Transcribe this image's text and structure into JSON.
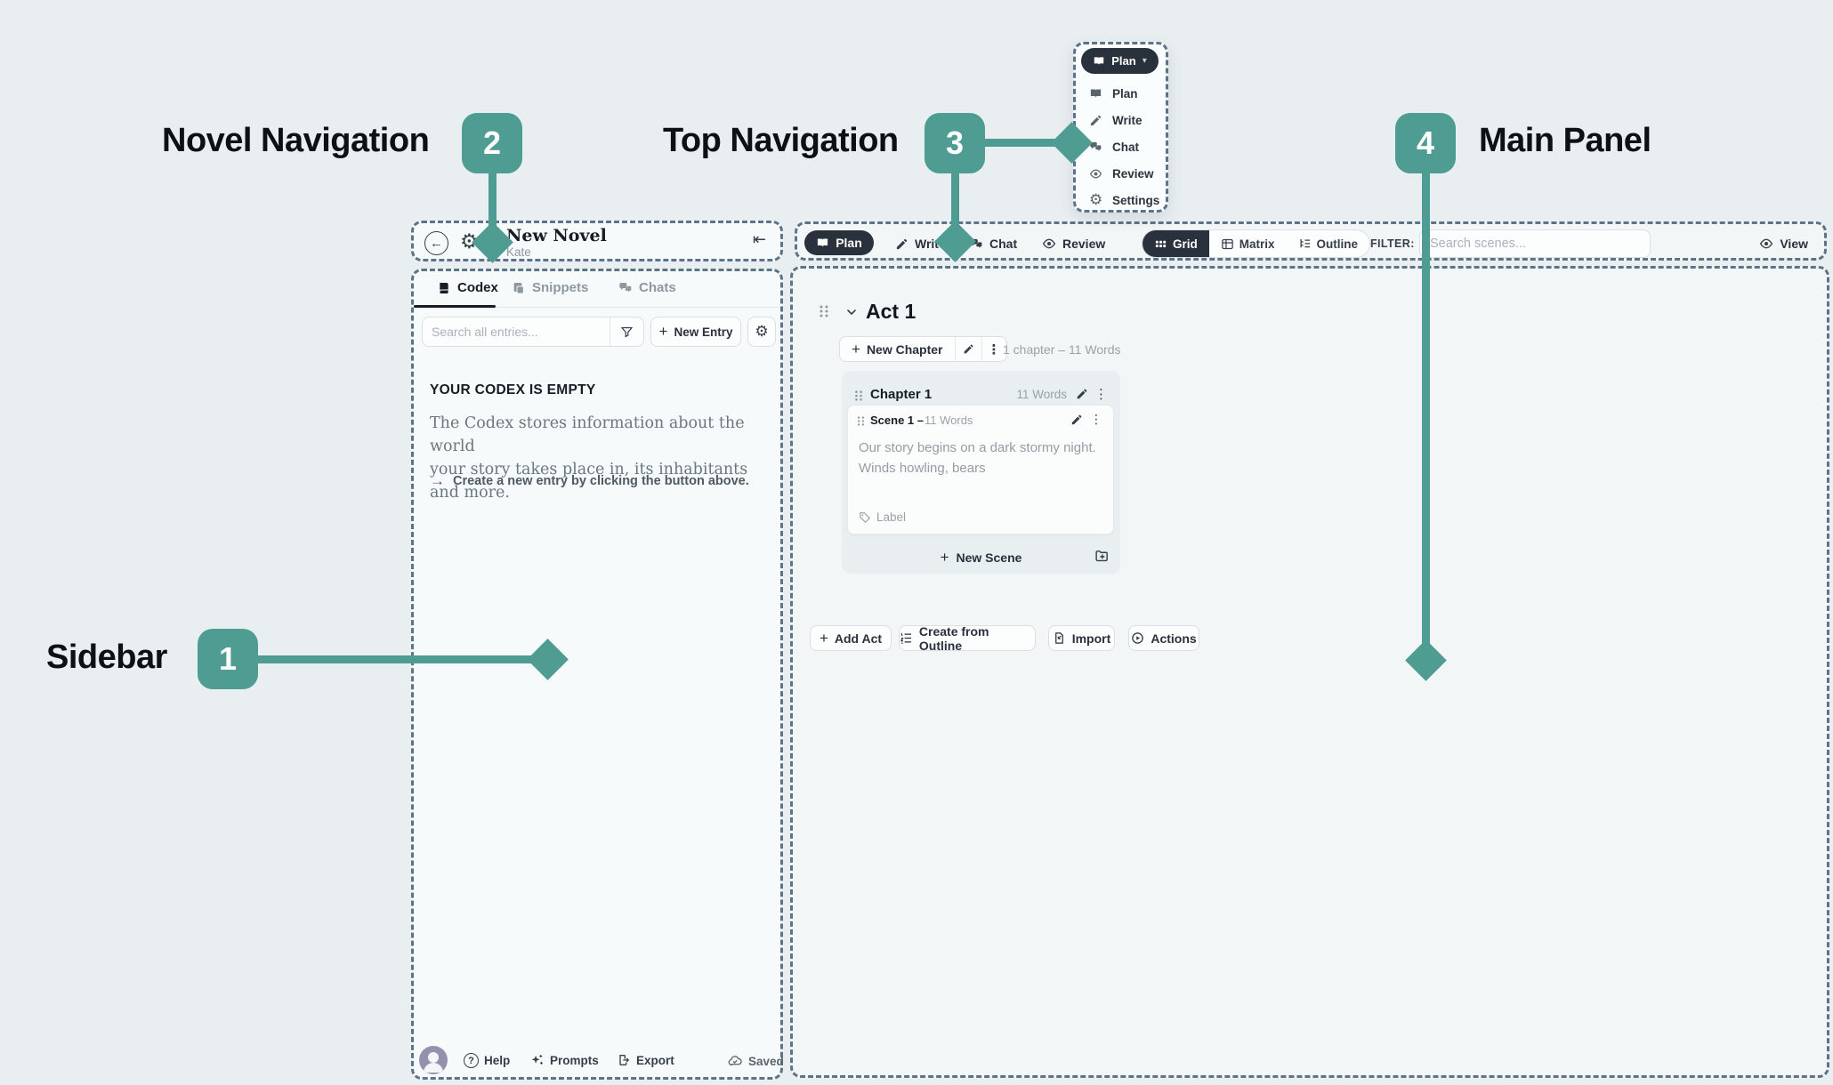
{
  "colors": {
    "accent": "#4f9c93",
    "dashed_border": "#5d7488"
  },
  "icons": {
    "plus": "+",
    "kebab": "⋮",
    "caret": "▾",
    "back": "←",
    "collapse": "⇤",
    "gear": "⚙",
    "arrow": "→",
    "question": "?"
  },
  "annotations": {
    "sidebar": {
      "num": "1",
      "label": "Sidebar"
    },
    "novel_nav": {
      "num": "2",
      "label": "Novel Navigation"
    },
    "top_nav": {
      "num": "3",
      "label": "Top Navigation"
    },
    "main_panel": {
      "num": "4",
      "label": "Main Panel"
    }
  },
  "mode_dropdown": {
    "button": "Plan",
    "items": [
      {
        "icon": "book-icon",
        "label": "Plan"
      },
      {
        "icon": "pencil-icon",
        "label": "Write"
      },
      {
        "icon": "chat-icon",
        "label": "Chat"
      },
      {
        "icon": "eye-icon",
        "label": "Review"
      },
      {
        "icon": "gear-icon",
        "label": "Settings"
      }
    ]
  },
  "novel_nav": {
    "title": "New Novel",
    "subtitle": "Kate"
  },
  "sidebar": {
    "tabs": [
      {
        "label": "Codex"
      },
      {
        "label": "Snippets"
      },
      {
        "label": "Chats"
      }
    ],
    "search_placeholder": "Search all entries...",
    "new_entry": "New Entry",
    "empty_title": "YOUR CODEX IS EMPTY",
    "empty_line1": "The Codex stores information about the world",
    "empty_line2": "your story takes place in, its inhabitants and more.",
    "empty_cta": "Create a new entry by clicking the button above.",
    "footer": {
      "help": "Help",
      "prompts": "Prompts",
      "export": "Export",
      "saved": "Saved"
    }
  },
  "top_nav": {
    "modes": [
      {
        "label": "Plan"
      },
      {
        "label": "Write"
      },
      {
        "label": "Chat"
      },
      {
        "label": "Review"
      }
    ],
    "views": [
      {
        "label": "Grid"
      },
      {
        "label": "Matrix"
      },
      {
        "label": "Outline"
      }
    ],
    "active_view": "Grid",
    "filter_label": "FILTER:",
    "search_placeholder": "Search scenes...",
    "view": "View"
  },
  "main_panel": {
    "act_title": "Act 1",
    "new_chapter": "New Chapter",
    "act_meta": "1 chapter  –  11 Words",
    "chapter_title": "Chapter 1",
    "chapter_words": "11 Words",
    "scene_title": "Scene 1 –",
    "scene_words": "11 Words",
    "scene_line1": "Our story begins on a dark stormy night.",
    "scene_line2": "Winds howling, bears",
    "scene_label": "Label",
    "new_scene": "New Scene",
    "add_act": "Add Act",
    "create_from_outline": "Create from Outline",
    "import": "Import",
    "actions": "Actions"
  }
}
